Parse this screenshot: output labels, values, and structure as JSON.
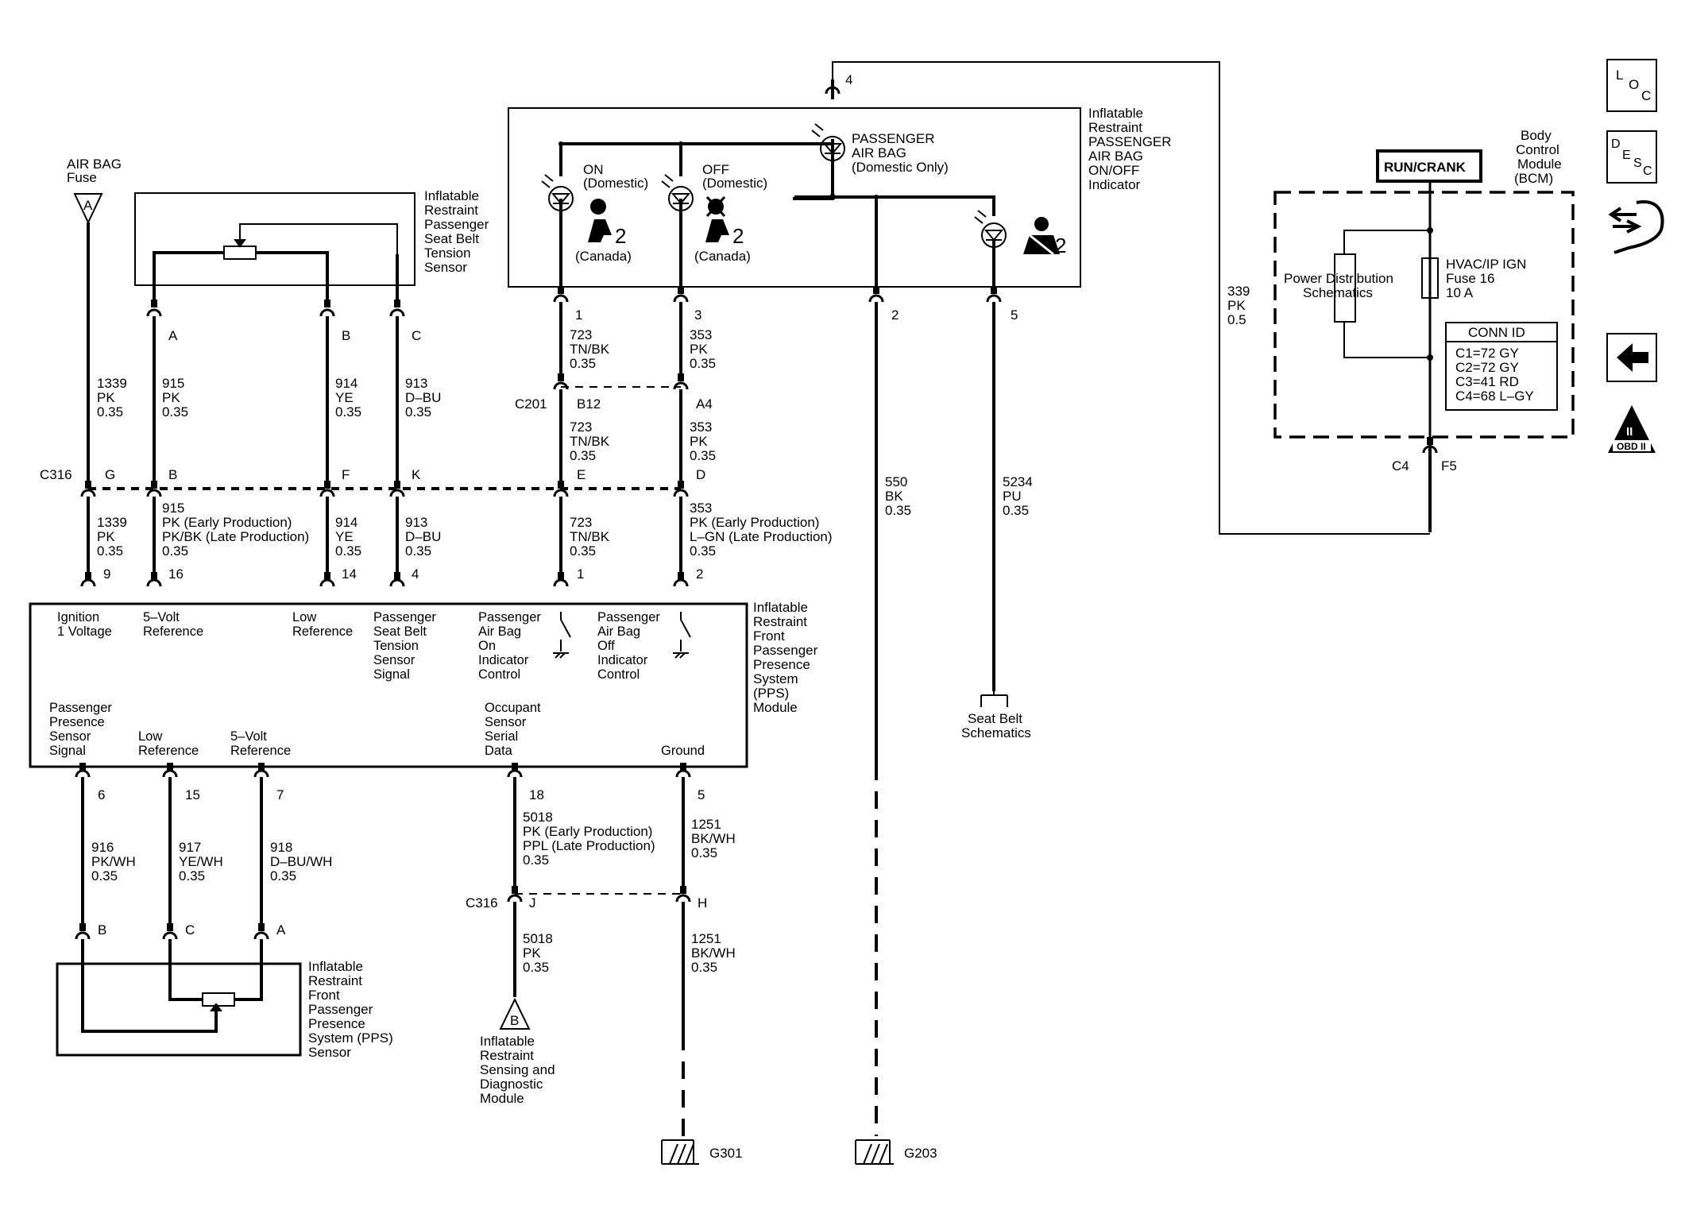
{
  "pps_module": {
    "title": [
      "Inflatable",
      "Restraint",
      "Front",
      "Passenger",
      "Presence",
      "System",
      "(PPS)",
      "Module"
    ],
    "top_pins": [
      {
        "lines": [
          "Ignition",
          "1 Voltage"
        ]
      },
      {
        "lines": [
          "5–Volt",
          "Reference"
        ]
      },
      {
        "lines": [
          "Low",
          "Reference"
        ]
      },
      {
        "lines": [
          "Passenger",
          "Seat Belt",
          "Tension",
          "Sensor",
          "Signal"
        ]
      },
      {
        "lines": [
          "Passenger",
          "Air Bag",
          "On",
          "Indicator",
          "Control"
        ]
      },
      {
        "lines": [
          "Passenger",
          "Air Bag",
          "Off",
          "Indicator",
          "Control"
        ]
      }
    ],
    "bottom_pins": [
      {
        "lines": [
          "Passenger",
          "Presence",
          "Sensor",
          "Signal"
        ]
      },
      {
        "lines": [
          "Low",
          "Reference"
        ]
      },
      {
        "lines": [
          "5–Volt",
          "Reference"
        ]
      },
      {
        "lines": [
          "Occupant",
          "Sensor",
          "Serial",
          "Data"
        ]
      },
      {
        "lines": [
          "Ground"
        ]
      }
    ]
  },
  "fuse": {
    "lines": [
      "AIR BAG",
      "Fuse"
    ],
    "symbol": "A"
  },
  "seat_belt_sensor": {
    "lines": [
      "Inflatable",
      "Restraint",
      "Passenger",
      "Seat Belt",
      "Tension",
      "Sensor"
    ]
  },
  "indicator": {
    "title": [
      "Inflatable",
      "Restraint",
      "PASSENGER",
      "AIR BAG",
      "ON/OFF",
      "Indicator"
    ],
    "on_label": [
      "ON",
      "(Domestic)"
    ],
    "off_label": [
      "OFF",
      "(Domestic)"
    ],
    "canada": "(Canada)",
    "pab_label": [
      "PASSENGER",
      "AIR BAG",
      "(Domestic Only)"
    ],
    "num_2": "2"
  },
  "bcm": {
    "title": [
      "Body",
      "Control",
      "Module",
      "(BCM)"
    ],
    "run_crank": "RUN/CRANK",
    "pds": [
      "Power Distribution",
      "Schematics"
    ],
    "fuse": [
      "HVAC/IP IGN",
      "Fuse 16",
      "10 A"
    ],
    "conn_id_title": "CONN ID",
    "conn_ids": [
      "C1=72 GY",
      "C2=72 GY",
      "C3=41 RD",
      "C4=68 L–GY"
    ]
  },
  "pps_sensor": {
    "lines": [
      "Inflatable",
      "Restraint",
      "Front",
      "Passenger",
      "Presence",
      "System (PPS)",
      "Sensor"
    ]
  },
  "sdm": {
    "symbol": "B",
    "lines": [
      "Inflatable",
      "Restraint",
      "Sensing and",
      "Diagnostic",
      "Module"
    ]
  },
  "seat_belt_schem": [
    "Seat Belt",
    "Schematics"
  ],
  "grounds": [
    "G301",
    "G203"
  ],
  "connectors": [
    "C316",
    "C201",
    "C316",
    "C4"
  ],
  "side_icons": {
    "loc": [
      "L",
      "O",
      "C"
    ],
    "desc": [
      "D",
      "E",
      "S",
      "C"
    ],
    "obd": [
      "II",
      "OBD II"
    ]
  },
  "pins": {
    "ind_1": "1",
    "ind_3": "3",
    "ind_2": "2",
    "ind_5": "5",
    "ind_4": "4",
    "sb_A": "A",
    "sb_B": "B",
    "sb_C": "C",
    "c201_B12": "B12",
    "c201_A4": "A4",
    "c316_G": "G",
    "c316_B": "B",
    "c316_F": "F",
    "c316_K": "K",
    "c316_E": "E",
    "c316_D": "D",
    "m9": "9",
    "m16": "16",
    "m14": "14",
    "m4": "4",
    "m1": "1",
    "m2": "2",
    "m6": "6",
    "m15": "15",
    "m7": "7",
    "m18": "18",
    "m5": "5",
    "s_B": "B",
    "s_C": "C",
    "s_A": "A",
    "c316_J": "J",
    "c316_H": "H",
    "c4_F5": "F5"
  },
  "wires": {
    "w1339a": [
      "1339",
      "PK",
      "0.35"
    ],
    "w915a": [
      "915",
      "PK",
      "0.35"
    ],
    "w914a": [
      "914",
      "YE",
      "0.35"
    ],
    "w913a": [
      "913",
      "D–BU",
      "0.35"
    ],
    "w723a": [
      "723",
      "TN/BK",
      "0.35"
    ],
    "w353a": [
      "353",
      "PK",
      "0.35"
    ],
    "w723b": [
      "723",
      "TN/BK",
      "0.35"
    ],
    "w353b": [
      "353",
      "PK",
      "0.35"
    ],
    "w550": [
      "550",
      "BK",
      "0.35"
    ],
    "w5234": [
      "5234",
      "PU",
      "0.35"
    ],
    "w339": [
      "339",
      "PK",
      "0.5"
    ],
    "w1339b": [
      "1339",
      "PK",
      "0.35"
    ],
    "w915b": [
      "915",
      "PK (Early Production)",
      "PK/BK (Late Production)",
      "0.35"
    ],
    "w914b": [
      "914",
      "YE",
      "0.35"
    ],
    "w913b": [
      "913",
      "D–BU",
      "0.35"
    ],
    "w723c": [
      "723",
      "TN/BK",
      "0.35"
    ],
    "w353c": [
      "353",
      "PK (Early Production)",
      "L–GN (Late Production)",
      "0.35"
    ],
    "w916": [
      "916",
      "PK/WH",
      "0.35"
    ],
    "w917": [
      "917",
      "YE/WH",
      "0.35"
    ],
    "w918": [
      "918",
      "D–BU/WH",
      "0.35"
    ],
    "w5018a": [
      "5018",
      "PK (Early Production)",
      "PPL (Late Production)",
      "0.35"
    ],
    "w1251a": [
      "1251",
      "BK/WH",
      "0.35"
    ],
    "w5018b": [
      "5018",
      "PK",
      "0.35"
    ],
    "w1251b": [
      "1251",
      "BK/WH",
      "0.35"
    ]
  }
}
